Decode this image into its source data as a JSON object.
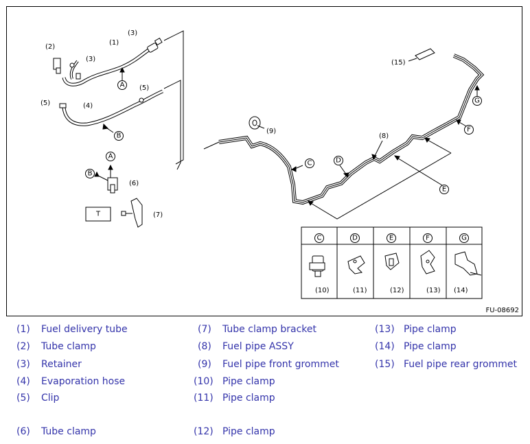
{
  "figure_code": "FU-08692",
  "callouts": {
    "n1": "(1)",
    "n2": "(2)",
    "n3": "(3)",
    "n4": "(4)",
    "n5": "(5)",
    "n6": "(6)",
    "n7": "(7)",
    "n8": "(8)",
    "n9": "(9)",
    "n10": "(10)",
    "n11": "(11)",
    "n12": "(12)",
    "n13": "(13)",
    "n14": "(14)",
    "n15": "(15)"
  },
  "letters": {
    "A": "A",
    "B": "B",
    "C": "C",
    "D": "D",
    "E": "E",
    "F": "F",
    "G": "G"
  },
  "torque_box": "T",
  "detail_table": {
    "headers": [
      "C",
      "D",
      "E",
      "F",
      "G"
    ],
    "parts": [
      "(10)",
      "(11)",
      "(12)",
      "(13)",
      "(14)"
    ]
  },
  "legend": [
    {
      "num": "(1)",
      "text": "Fuel delivery tube"
    },
    {
      "num": "(2)",
      "text": "Tube clamp"
    },
    {
      "num": "(3)",
      "text": "Retainer"
    },
    {
      "num": "(4)",
      "text": "Evaporation hose"
    },
    {
      "num": "(5)",
      "text": "Clip"
    },
    {
      "num": "(6)",
      "text": "Tube clamp"
    },
    {
      "num": "(7)",
      "text": "Tube clamp bracket"
    },
    {
      "num": "(8)",
      "text": "Fuel pipe ASSY"
    },
    {
      "num": "(9)",
      "text": "Fuel pipe front grommet"
    },
    {
      "num": "(10)",
      "text": "Pipe clamp"
    },
    {
      "num": "(11)",
      "text": "Pipe clamp"
    },
    {
      "num": "(12)",
      "text": "Pipe clamp"
    },
    {
      "num": "(13)",
      "text": "Pipe clamp"
    },
    {
      "num": "(14)",
      "text": "Pipe clamp"
    },
    {
      "num": "(15)",
      "text": "Fuel pipe rear grommet"
    }
  ]
}
